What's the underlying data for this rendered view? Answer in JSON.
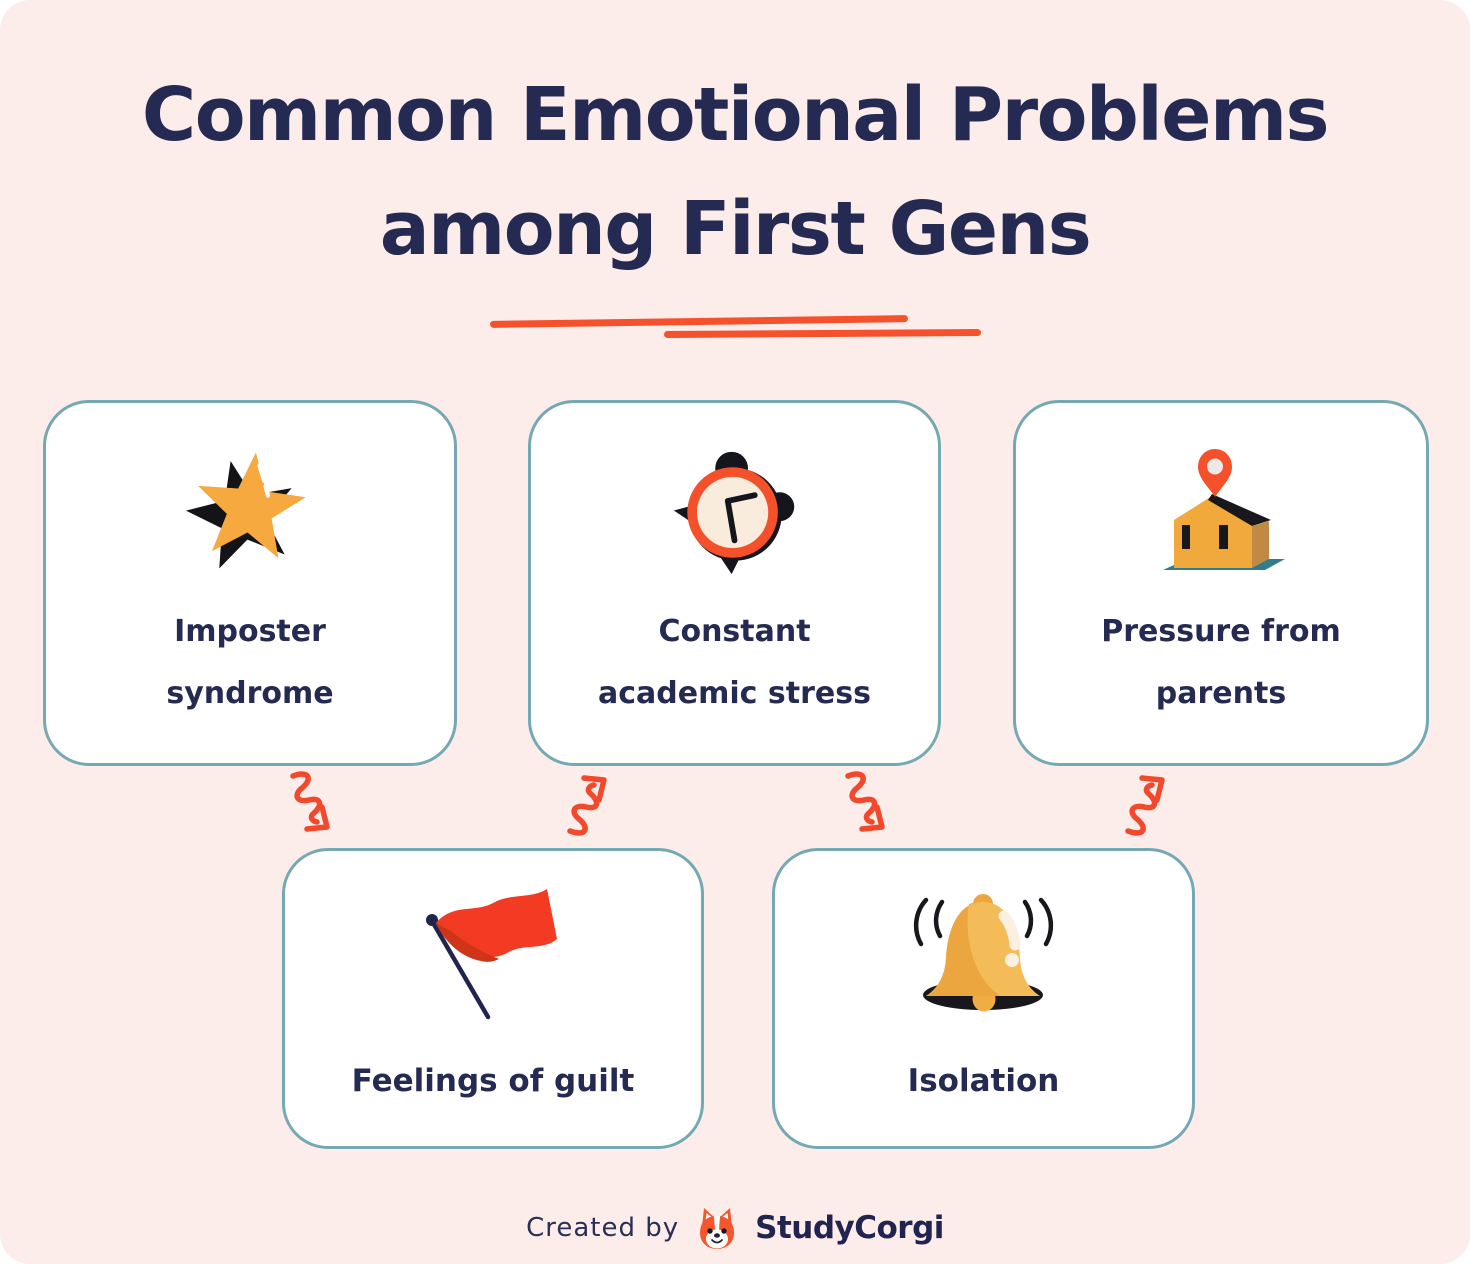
{
  "title": {
    "line1": "Common Emotional Problems",
    "line2": "among First Gens"
  },
  "cards": [
    {
      "name": "imposter-syndrome",
      "icon": "star-icon",
      "line1": "Imposter",
      "line2": "syndrome"
    },
    {
      "name": "constant-academic-stress",
      "icon": "alarm-clock-icon",
      "line1": "Constant",
      "line2": "academic stress"
    },
    {
      "name": "pressure-from-parents",
      "icon": "house-location-pin-icon",
      "line1": "Pressure from",
      "line2": "parents"
    },
    {
      "name": "feelings-of-guilt",
      "icon": "red-flag-icon",
      "line1": "Feelings of guilt"
    },
    {
      "name": "isolation",
      "icon": "bell-icon",
      "line1": "Isolation"
    }
  ],
  "arrows": [
    {
      "direction": "down-right"
    },
    {
      "direction": "up-right"
    },
    {
      "direction": "down-right"
    },
    {
      "direction": "up-right"
    }
  ],
  "footer": {
    "created_by": "Created by",
    "brand": "StudyCorgi"
  },
  "colors": {
    "background": "#FCECEA",
    "text_navy": "#252A52",
    "accent_orange": "#F4512C",
    "card_border_teal": "#74A9B4",
    "card_background": "#FFFFFF",
    "icon_gold": "#F5A93E"
  }
}
